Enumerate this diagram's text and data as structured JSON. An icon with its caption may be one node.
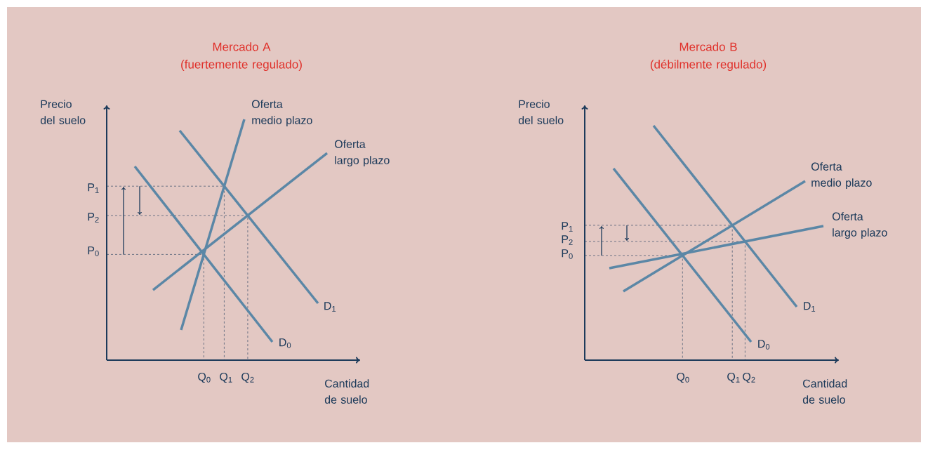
{
  "diagram": {
    "labels": [
      "Mercado A (fuertemente regulado)",
      "Mercado B (débilmente regulado)",
      "Precio del suelo",
      "Oferta medio plazo",
      "Oferta largo plazo",
      "P$_{1}$",
      "P$_{2}$",
      "P$_{0}$",
      "D$_{1}$",
      "D$_{0}$",
      "Q$_{0}$",
      "Q$_{1}$",
      "Q$_{2}$",
      "Cantidad de suelo",
      "Precio del suelo",
      "Oferta medio plazo",
      "Oferta largo plazo",
      "P$_{1}$",
      "P$_{2}$",
      "P$_{0}$",
      "D$_{1}$",
      "D$_{0}$",
      "Q$_{0}$",
      "Q$_{1}$",
      "Q$_{2}$",
      "Cantidad de suelo"
    ]
  }
}
